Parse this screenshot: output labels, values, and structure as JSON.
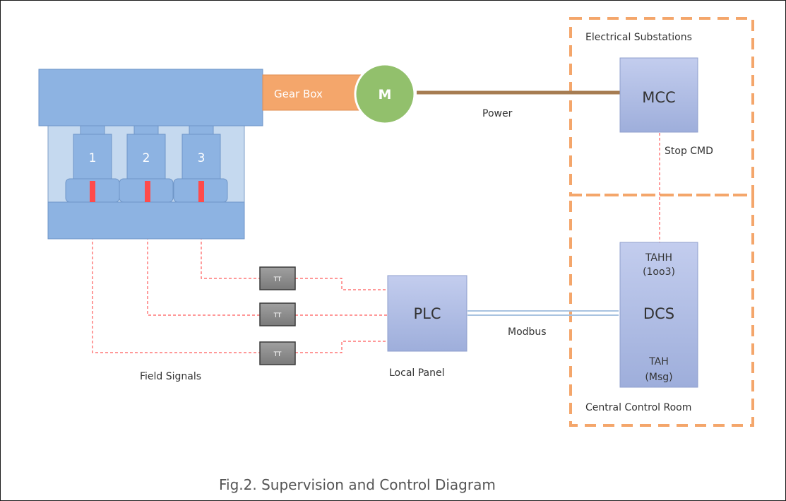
{
  "figure": {
    "caption": "Fig.2. Supervision and Control Diagram"
  },
  "machine": {
    "units": [
      "1",
      "2",
      "3"
    ],
    "gearbox_label": "Gear Box",
    "motor_label": "M"
  },
  "connections": {
    "power_label": "Power",
    "modbus_label": "Modbus",
    "stop_cmd_label": "Stop CMD",
    "field_signals_label": "Field Signals"
  },
  "transmitters": [
    "TT",
    "TT",
    "TT"
  ],
  "plc": {
    "label": "PLC",
    "caption": "Local Panel"
  },
  "substation": {
    "title": "Electrical Substations",
    "mcc_label": "MCC"
  },
  "control_room": {
    "title": "Central Control Room",
    "dcs_label": "DCS",
    "tahh_label": "TAHH",
    "tahh_sub": "(1oo3)",
    "tah_label": "TAH",
    "tah_sub": "(Msg)"
  },
  "colors": {
    "machine_blue": "#8db3e2",
    "machine_light": "#c5d9ef",
    "gearbox": "#f4a66b",
    "motor": "#92c06c",
    "power_line": "#a67c52",
    "signal_red": "#ff4b4b",
    "boundary_orange": "#f4a66b",
    "box_lavender": "#a9b8e0",
    "transmitter_grey": "#8c8c8c"
  }
}
